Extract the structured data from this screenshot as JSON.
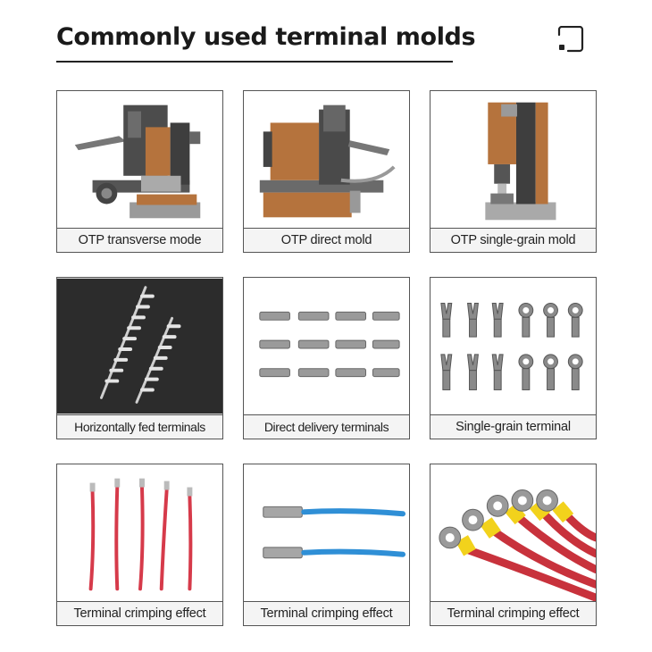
{
  "header": {
    "title": "Commonly used terminal molds"
  },
  "cards": [
    {
      "caption": "OTP transverse mode",
      "image": "transverse-mold-machine"
    },
    {
      "caption": "OTP direct mold",
      "image": "direct-mold-machine"
    },
    {
      "caption": "OTP single-grain mold",
      "image": "single-grain-mold-machine"
    },
    {
      "caption": "Horizontally fed terminals",
      "image": "terminal-strip-photo"
    },
    {
      "caption": "Direct delivery terminals",
      "image": "flag-terminals-photo"
    },
    {
      "caption": "Single-grain terminal",
      "image": "fork-ring-terminals-photo"
    },
    {
      "caption": "Terminal crimping effect",
      "image": "red-wires-crimped"
    },
    {
      "caption": "Terminal crimping effect",
      "image": "blue-wires-crimped"
    },
    {
      "caption": "Terminal crimping effect",
      "image": "ring-terminal-wires-crimped"
    }
  ],
  "colors": {
    "title": "#1a1a1a",
    "border": "#555555",
    "caption_bg": "#f4f4f4",
    "wire_red": "#d63a4a",
    "wire_blue": "#2f8fd6",
    "sleeve_yellow": "#f2d21c",
    "mold_copper": "#b5733d"
  }
}
